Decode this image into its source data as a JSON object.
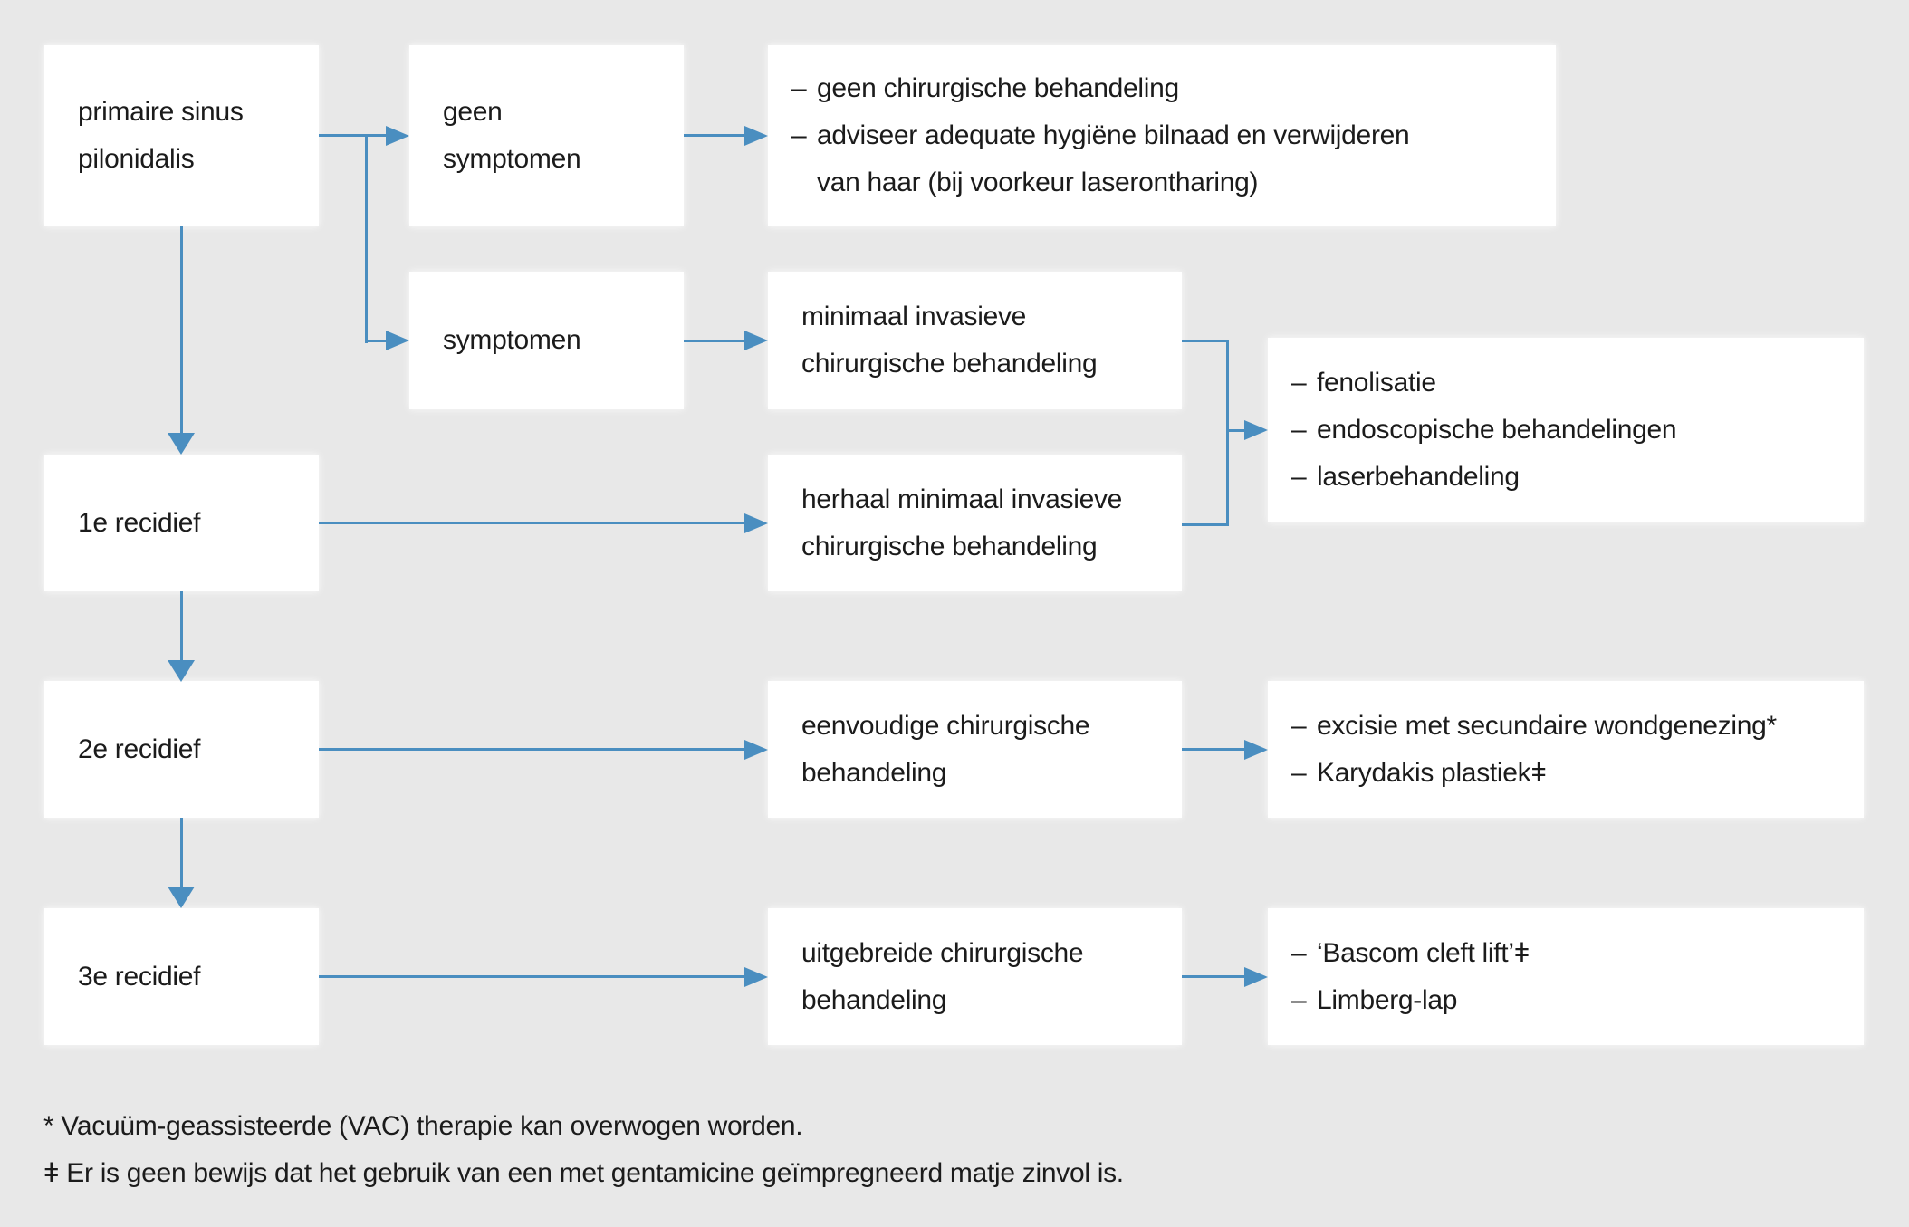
{
  "colors": {
    "background": "#e8e8e8",
    "box_fill": "#ffffff",
    "arrow_blue": "#4a8ec0",
    "text": "#1b1b1b"
  },
  "bullet_char": "–",
  "nodes": {
    "primaire_sinus": {
      "line1": "primaire sinus",
      "line2": "pilonidalis"
    },
    "geen_symptomen": {
      "line1": "geen",
      "line2": "symptomen"
    },
    "advies": {
      "item1": "geen chirurgische behandeling",
      "item2_line1": "adviseer adequate hygiëne bilnaad en verwijderen",
      "item2_line2": "van haar (bij voorkeur laserontharing)"
    },
    "symptomen": {
      "line1": "symptomen"
    },
    "minimaal_invasief": {
      "line1": "minimaal invasieve",
      "line2": "chirurgische behandeling"
    },
    "opties_minimaal": {
      "item1": "fenolisatie",
      "item2": "endoscopische behandelingen",
      "item3": "laserbehandeling"
    },
    "recidief_1": {
      "line1": "1e recidief"
    },
    "herhaal_minimaal": {
      "line1": "herhaal minimaal invasieve",
      "line2": "chirurgische behandeling"
    },
    "recidief_2": {
      "line1": "2e recidief"
    },
    "eenvoudig_chirurgisch": {
      "line1": "eenvoudige chirurgische",
      "line2": "behandeling"
    },
    "opties_eenvoudig": {
      "item1": "excisie met secundaire wondgenezing*",
      "item2": "Karydakis plastiekǂ"
    },
    "recidief_3": {
      "line1": "3e recidief"
    },
    "uitgebreid_chirurgisch": {
      "line1": "uitgebreide chirurgische",
      "line2": "behandeling"
    },
    "opties_uitgebreid": {
      "item1": "‘Bascom cleft lift’ǂ",
      "item2": "Limberg-lap"
    }
  },
  "footnotes": {
    "line1": "* Vacuüm-geassisteerde (VAC) therapie kan overwogen worden.",
    "line2": "ǂ Er is geen bewijs dat het gebruik van een met gentamicine geïmpregneerd matje zinvol is."
  }
}
